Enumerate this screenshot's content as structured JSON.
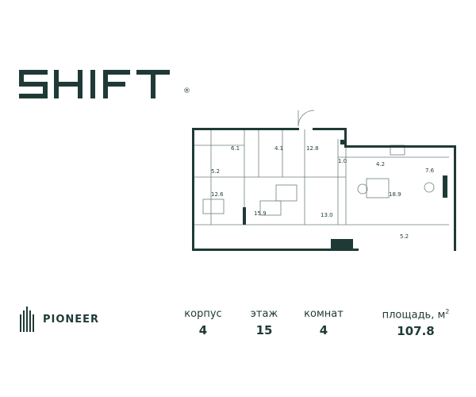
{
  "logo": {
    "text": "SHIFT",
    "registered_mark": "®",
    "icon": "shift-wordmark"
  },
  "plan": {
    "rooms": [
      "6.1",
      "4.1",
      "12.8",
      "1.0",
      "4.2",
      "7.6",
      "5.2",
      "12.6",
      "15.9",
      "13.0",
      "18.9",
      "5.2"
    ],
    "colors": {
      "wall": "#1f3a36",
      "line": "#6b7f7c",
      "background": "#ffffff"
    }
  },
  "footer": {
    "brand": {
      "name": "PIONEER",
      "icon": "pioneer-bars-icon"
    },
    "stats": [
      {
        "label": "корпус",
        "value": "4"
      },
      {
        "label": "этаж",
        "value": "15"
      },
      {
        "label": "комнат",
        "value": "4"
      },
      {
        "label": "площадь, м",
        "sup": "2",
        "value": "107.8"
      }
    ]
  }
}
